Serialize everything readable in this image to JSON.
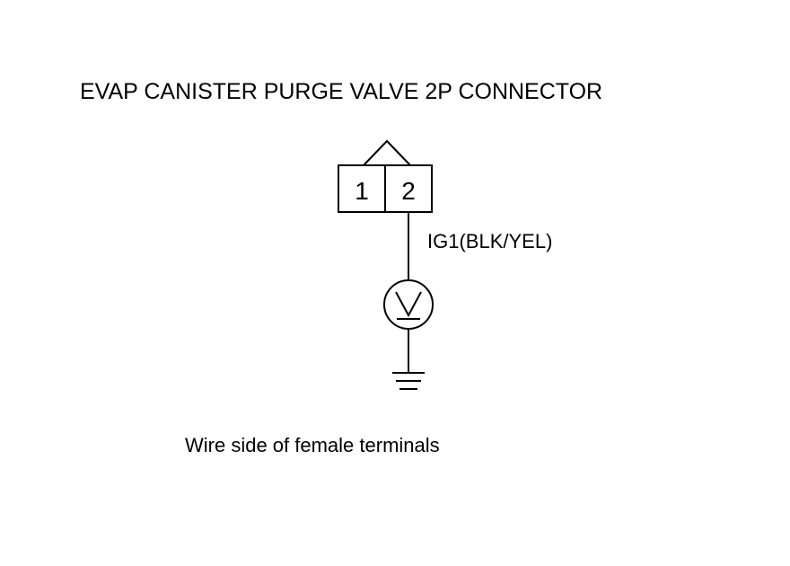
{
  "title": "EVAP CANISTER PURGE VALVE 2P CONNECTOR",
  "connector": {
    "pins": [
      "1",
      "2"
    ]
  },
  "wire_label": "IG1(BLK/YEL)",
  "footer": "Wire side of female terminals",
  "meter": {
    "symbol": "voltmeter-icon"
  },
  "ground": {
    "symbol": "ground-icon"
  },
  "colors": {
    "line": "#000000",
    "background": "#ffffff"
  }
}
